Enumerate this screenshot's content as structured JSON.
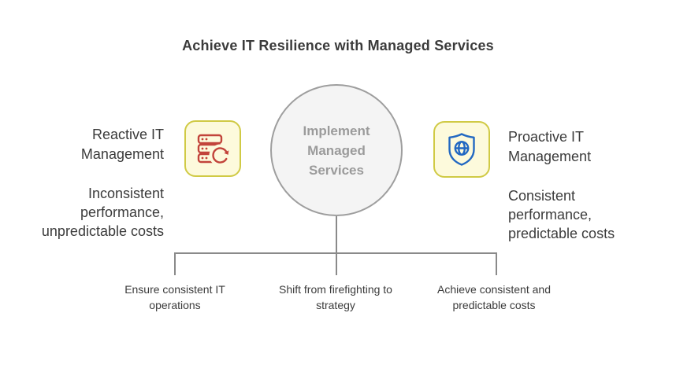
{
  "title": "Achieve IT Resilience with Managed Services",
  "left": {
    "heading": "Reactive IT Management",
    "description": "Inconsistent performance, unpredictable costs",
    "icon": "server-refresh-icon"
  },
  "center": {
    "label": "Implement Managed Services"
  },
  "right": {
    "heading": "Proactive IT Management",
    "description": "Consistent performance, predictable costs",
    "icon": "shield-globe-icon"
  },
  "outcomes": [
    {
      "label": "Ensure consistent IT operations"
    },
    {
      "label": "Shift from firefighting to strategy"
    },
    {
      "label": "Achieve consistent and predictable costs"
    }
  ],
  "colors": {
    "heading_text": "#3b3b3b",
    "muted_text": "#9b9b9b",
    "connector": "#8a8a8a",
    "icon_box_bg": "#fdfadc",
    "icon_box_border": "#d0ca45",
    "reactive_icon": "#c2443b",
    "proactive_icon": "#2268c2",
    "circle_bg": "#f4f4f4",
    "circle_border": "#9e9e9e"
  }
}
